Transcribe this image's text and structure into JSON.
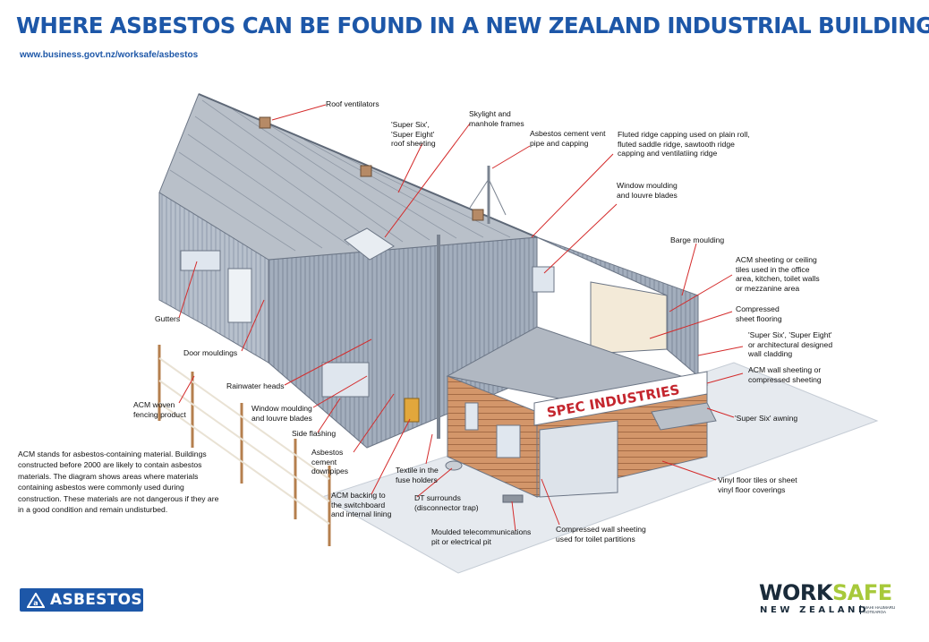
{
  "title": "WHERE ASBESTOS CAN BE FOUND IN A NEW ZEALAND INDUSTRIAL BUILDING",
  "url": "www.business.govt.nz/worksafe/asbestos",
  "sign_text": "SPEC INDUSTRIES",
  "labels": {
    "roof_ventilators": "Roof ventilators",
    "super_six_roof": "'Super Six',\n'Super Eight'\nroof sheeting",
    "skylight": "Skylight and\nmanhole frames",
    "vent_pipe": "Asbestos cement vent\npipe and capping",
    "ridge_capping": "Fluted ridge capping used on plain roll,\nfluted saddle ridge, sawtooth ridge\ncapping and ventilatiing ridge",
    "window_louvre_top": "Window moulding\nand louvre blades",
    "barge": "Barge moulding",
    "acm_ceiling": "ACM sheeting or ceiling\ntiles used in the office\narea, kitchen, toilet walls\nor mezzanine area",
    "compressed_floor": "Compressed\nsheet flooring",
    "wall_cladding": "'Super Six', 'Super Eight'\nor architectural designed\nwall cladding",
    "acm_wall": "ACM wall sheeting or\ncompressed sheeting",
    "awning": "'Super Six' awning",
    "vinyl": "Vinyl floor tiles or sheet\nvinyl floor coverings",
    "toilet_partitions": "Compressed wall sheeting\nused for toilet partitions",
    "telecom_pit": "Moulded telecommunications\npit or electrical pit",
    "dt_surrounds": "DT surrounds\n(disconnector trap)",
    "textile": "Textile in the\nfuse holders",
    "switchboard": "ACM backing to\nthe switchboard\nand internal lining",
    "downpipes": "Asbestos\ncement\ndownpipes",
    "side_flashing": "Side flashing",
    "window_louvre_side": "Window moulding\nand louvre blades",
    "rainwater": "Rainwater heads",
    "door_mouldings": "Door mouldings",
    "gutters": "Gutters",
    "fencing": "ACM woven\nfencing product"
  },
  "note": "ACM stands for asbestos-containing material. Buildings constructed before 2000 are likely to contain asbestos materials. The diagram shows areas where materials containing asbestos were commonly used during construction. These materials are not dangerous if they are in a good condition and remain undisturbed.",
  "badge_text": "ASBESTOS",
  "logo": {
    "word_a": "WORK",
    "word_b": "SAFE",
    "country": "NEW ZEALAND",
    "maori": "MAHI HAUMARU\nAOTEAROA"
  },
  "colors": {
    "title_blue": "#1d57a8",
    "roof_grey": "#b9c0c9",
    "wall_blue_grey": "#9aa6b6",
    "office_timber": "#c98b5f",
    "sign_red": "#c4262e",
    "leader_red": "#d42b2b",
    "worksafe_green": "#a7c93a"
  }
}
